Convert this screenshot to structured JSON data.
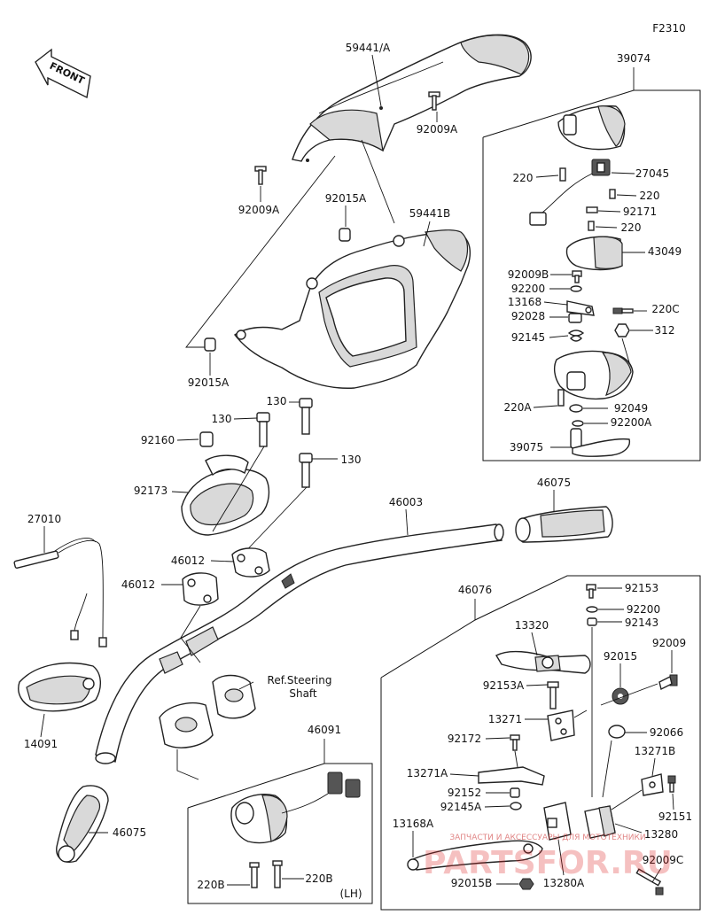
{
  "figure_code": "F2310",
  "direction_label": "FRONT",
  "labels": {
    "p59441A": "59441/A",
    "p92009A_1": "92009A",
    "p92009A_2": "92009A",
    "p92015A_1": "92015A",
    "p92015A_2": "92015A",
    "p59441B": "59441B",
    "p39074": "39074",
    "p220_1": "220",
    "p27045": "27045",
    "p220_2": "220",
    "p92171": "92171",
    "p220_3": "220",
    "p43049": "43049",
    "p92009B": "92009B",
    "p92200": "92200",
    "p13168": "13168",
    "p92028": "92028",
    "p220C": "220C",
    "p92145": "92145",
    "p312": "312",
    "p220A": "220A",
    "p92049": "92049",
    "p92200A": "92200A",
    "p39075": "39075",
    "p130_1": "130",
    "p130_2": "130",
    "p130_3": "130",
    "p92160": "92160",
    "p92173": "92173",
    "p27010": "27010",
    "p46003": "46003",
    "p46075_1": "46075",
    "p46012_1": "46012",
    "p46012_2": "46012",
    "ref_steering": "Ref.Steering",
    "ref_shaft": "Shaft",
    "p14091": "14091",
    "p46075_2": "46075",
    "p46091": "46091",
    "p220B_1": "220B",
    "p220B_2": "220B",
    "lh": "(LH)",
    "p46076": "46076",
    "p92153": "92153",
    "p92200_2": "92200",
    "p92143": "92143",
    "p13320": "13320",
    "p92009": "92009",
    "p92015": "92015",
    "p92153A": "92153A",
    "p13271": "13271",
    "p92066": "92066",
    "p92172": "92172",
    "p13271B": "13271B",
    "p13271A": "13271A",
    "p92152": "92152",
    "p92145A": "92145A",
    "p92151": "92151",
    "p13168A": "13168A",
    "p13280": "13280",
    "p92009C": "92009C",
    "p92015B": "92015B",
    "p13280A": "13280A"
  },
  "watermark": {
    "small_text": "ЗАПЧАСТИ И АКСЕССУАРЫ ДЛЯ МОТОТЕХНИКИ",
    "logo_text": "PARTSFOR.RU"
  }
}
